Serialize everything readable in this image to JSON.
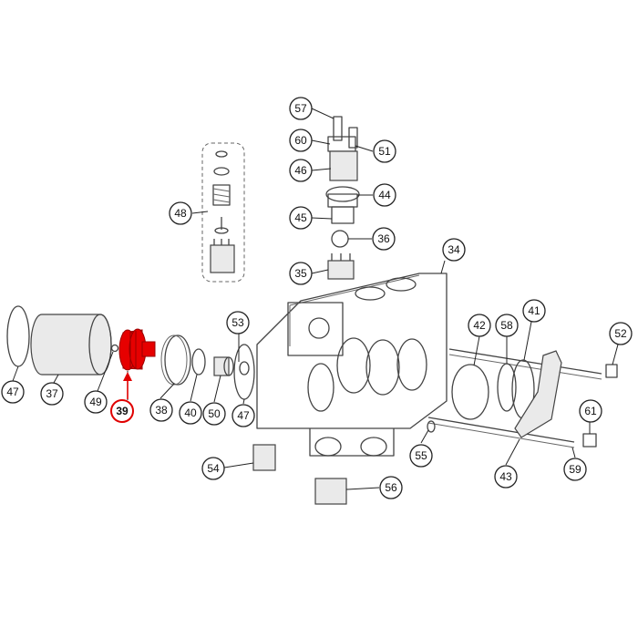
{
  "diagram": {
    "highlighted_part": "39",
    "highlight_color": "#e60000",
    "callouts": {
      "p57": "57",
      "p60": "60",
      "p51": "51",
      "p46": "46",
      "p44": "44",
      "p48": "48",
      "p45": "45",
      "p36": "36",
      "p35": "35",
      "p34": "34",
      "p53": "53",
      "p42": "42",
      "p58": "58",
      "p41": "41",
      "p52": "52",
      "p47a": "47",
      "p37": "37",
      "p49": "49",
      "p39": "39",
      "p38": "38",
      "p40": "40",
      "p50": "50",
      "p47b": "47",
      "p61": "61",
      "p55": "55",
      "p43": "43",
      "p59": "59",
      "p54": "54",
      "p56": "56"
    }
  }
}
